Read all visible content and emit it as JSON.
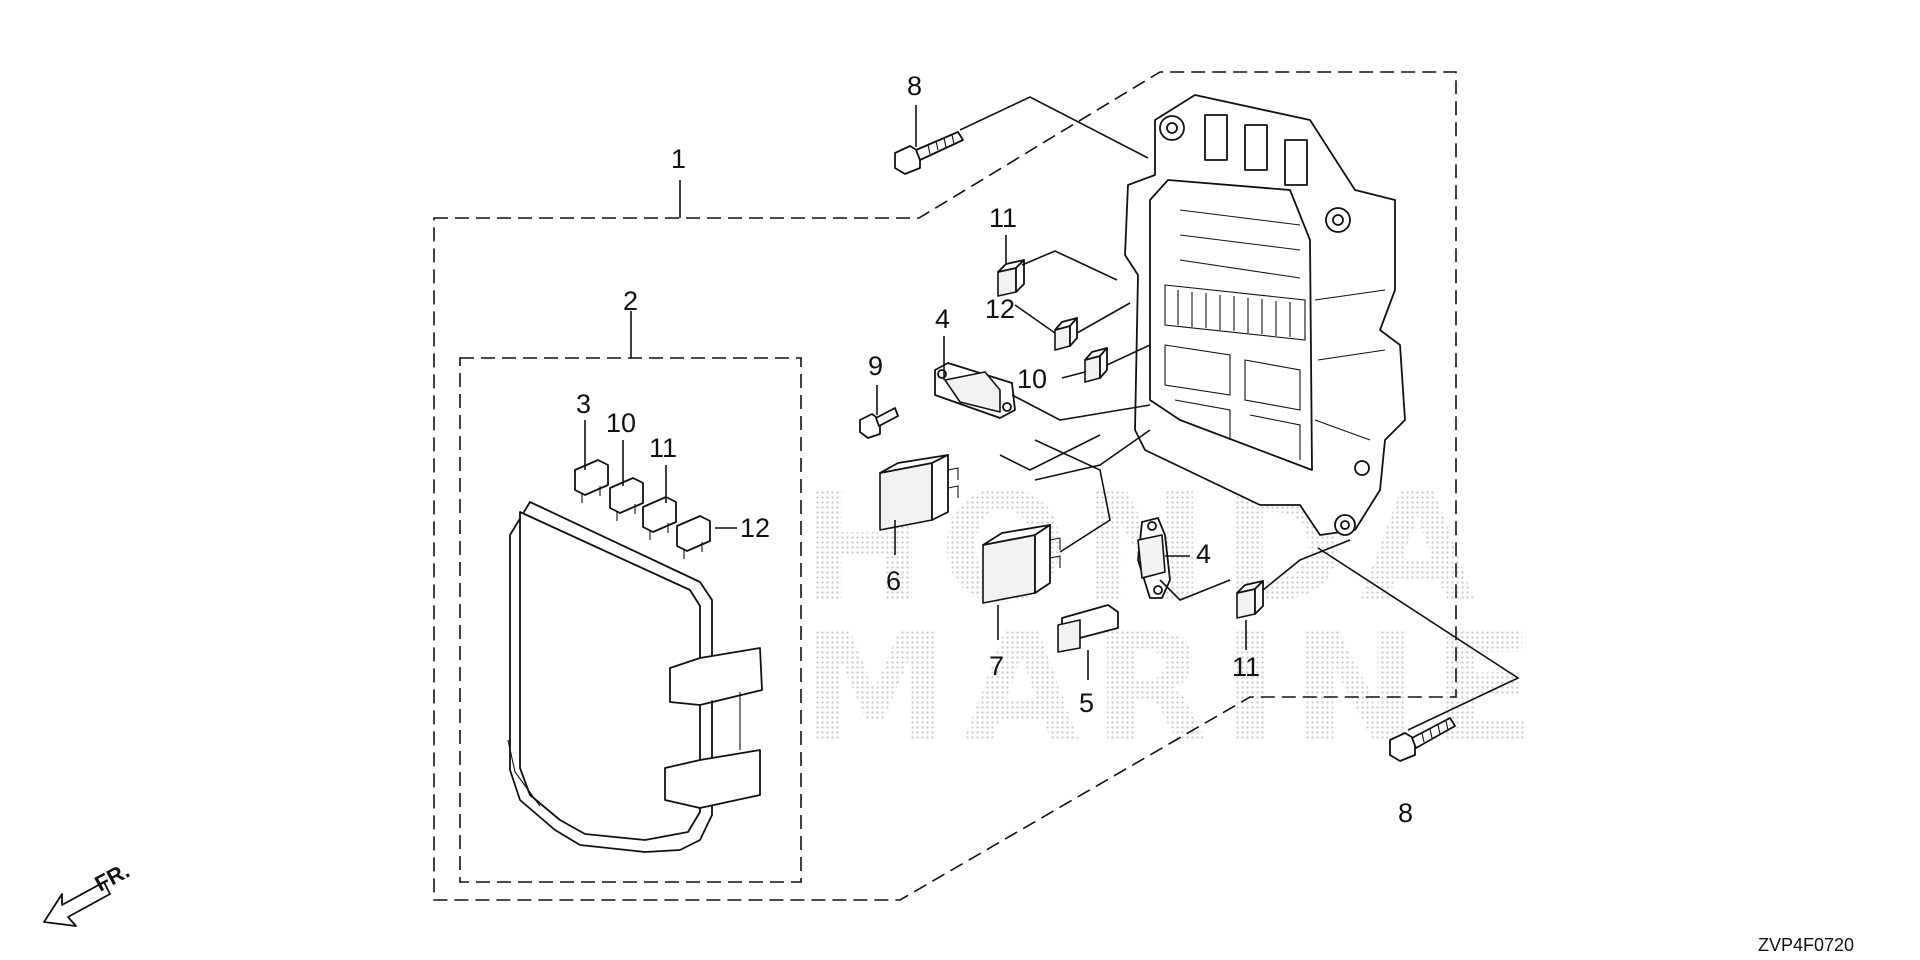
{
  "watermark": {
    "line1": "HONDA",
    "line2": "MARINE"
  },
  "callouts": {
    "c1": "1",
    "c2": "2",
    "c3": "3",
    "c4a": "4",
    "c4b": "4",
    "c5": "5",
    "c6": "6",
    "c7": "7",
    "c8a": "8",
    "c8b": "8",
    "c9": "9",
    "c10a": "10",
    "c10b": "10",
    "c11a": "11",
    "c11b": "11",
    "c11c": "11",
    "c12a": "12",
    "c12b": "12"
  },
  "front_arrow_label": "FR.",
  "diagram_code": "ZVP4F0720"
}
